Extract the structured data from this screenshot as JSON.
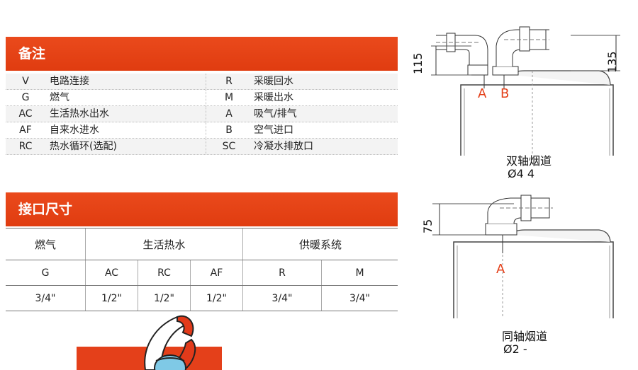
{
  "notes": {
    "title": "备注",
    "rows": [
      {
        "code": "V",
        "desc": "电路连接",
        "code2": "R",
        "desc2": "采暖回水"
      },
      {
        "code": "G",
        "desc": "燃气",
        "code2": "M",
        "desc2": "采暖出水"
      },
      {
        "code": "AC",
        "desc": "生活热水出水",
        "code2": "A",
        "desc2": "吸气/排气"
      },
      {
        "code": "AF",
        "desc": "自来水进水",
        "code2": "B",
        "desc2": "空气进口"
      },
      {
        "code": "RC",
        "desc": "热水循环(选配)",
        "code2": "SC",
        "desc2": "冷凝水排放口"
      }
    ]
  },
  "dims": {
    "title": "接口尺寸",
    "groups": [
      "燃气",
      "生活热水",
      "供暖系统"
    ],
    "codes": [
      "G",
      "AC",
      "RC",
      "AF",
      "R",
      "M"
    ],
    "sizes": [
      "3/4\"",
      "1/2\"",
      "1/2\"",
      "1/2\"",
      "3/4\"",
      "3/4\""
    ]
  },
  "diagram1": {
    "dim_left": "115",
    "dim_right": "135",
    "label_a": "A",
    "label_b": "B",
    "caption": "双轴烟道",
    "spec": "Ø4   4"
  },
  "diagram2": {
    "dim_left": "75",
    "label_a": "A",
    "caption": "同轴烟道",
    "spec": "Ø2   -"
  },
  "colors": {
    "accent": "#e4401a",
    "label_red": "#e4401a"
  }
}
